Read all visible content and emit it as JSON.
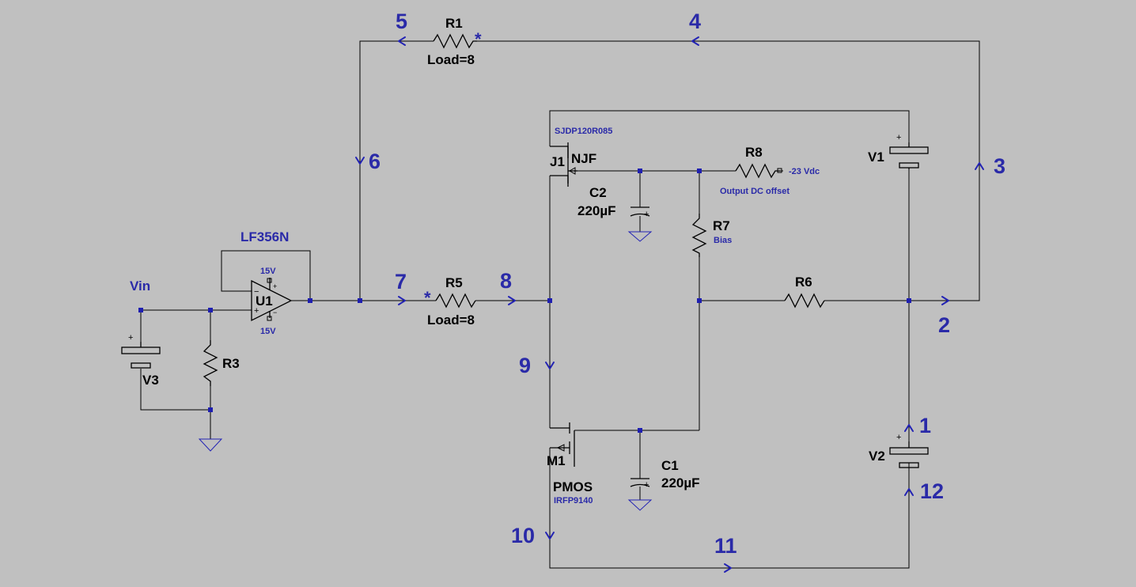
{
  "schematic": {
    "components": {
      "R1": {
        "name": "R1",
        "value": "Load=8"
      },
      "R5": {
        "name": "R5",
        "value": "Load=8"
      },
      "R3": {
        "name": "R3"
      },
      "R6": {
        "name": "R6"
      },
      "R7": {
        "name": "R7",
        "note": "Bias"
      },
      "R8": {
        "name": "R8",
        "value": "-23 Vdc",
        "note": "Output DC offset"
      },
      "C1": {
        "name": "C1",
        "value": "220µF"
      },
      "C2": {
        "name": "C2",
        "value": "220µF"
      },
      "V1": {
        "name": "V1"
      },
      "V2": {
        "name": "V2"
      },
      "V3": {
        "name": "V3"
      },
      "U1": {
        "name": "U1",
        "model": "LF356N",
        "vpos": "15V",
        "vneg": "15V"
      },
      "J1": {
        "name": "J1",
        "type": "NJF",
        "model": "SJDP120R085"
      },
      "M1": {
        "name": "M1",
        "type": "PMOS",
        "model": "IRFP9140"
      }
    },
    "net_labels": {
      "vin": "Vin"
    },
    "current_markers": {
      "n1": "1",
      "n2": "2",
      "n3": "3",
      "n4": "4",
      "n5": "5",
      "n6": "6",
      "n7": "7",
      "n8": "8",
      "n9": "9",
      "n10": "10",
      "n11": "11",
      "n12": "12"
    },
    "markers": {
      "star": "*",
      "plus": "+",
      "minus": "−"
    },
    "colors": {
      "background": "#c0c0c0",
      "wire": "#000000",
      "accent": "#2a2aa8"
    }
  }
}
